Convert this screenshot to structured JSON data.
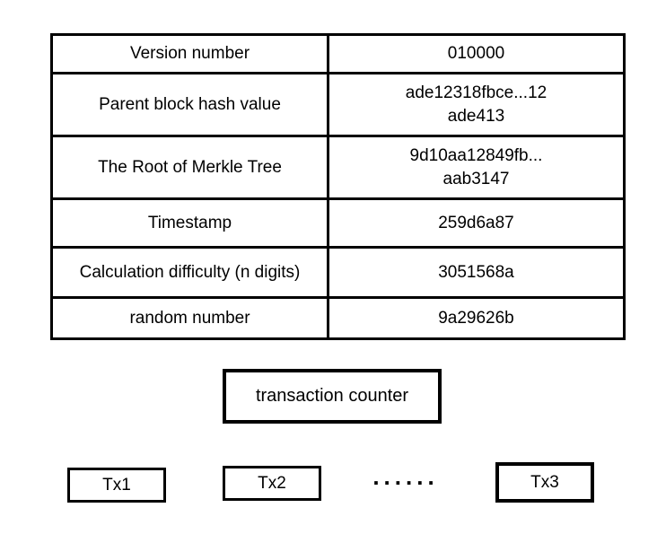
{
  "page": {
    "background_color": "#ffffff",
    "line_color": "#000000",
    "text_color": "#000000"
  },
  "block_header": {
    "rows": [
      {
        "label": "Version number",
        "value": "010000"
      },
      {
        "label": "Parent block hash value",
        "value": "ade12318fbce...12\nade413"
      },
      {
        "label": "The Root of Merkle Tree",
        "value": "9d10aa12849fb...\naab3147"
      },
      {
        "label": "Timestamp",
        "value": "259d6a87"
      },
      {
        "label": "Calculation difficulty (n digits)",
        "value": "3051568a"
      },
      {
        "label": "random number",
        "value": "9a29626b"
      }
    ]
  },
  "transaction_counter": {
    "label": "transaction counter"
  },
  "transactions": [
    {
      "label": "Tx1"
    },
    {
      "label": "Tx2"
    },
    {
      "label": "Tx3"
    }
  ],
  "ellipsis": {
    "text": "......"
  }
}
